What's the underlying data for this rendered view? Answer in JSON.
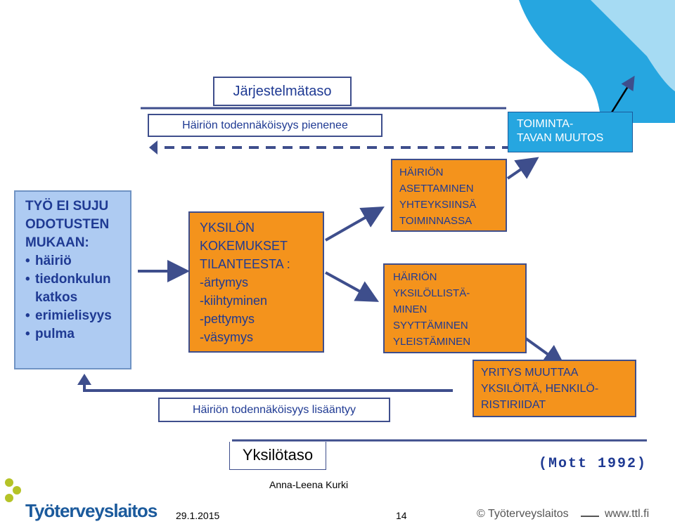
{
  "system_level": "Järjestelmätaso",
  "prob_decreases": "Häiriön todennäköisyys pienenee",
  "change_box": "TOIMINTA-\nTAVAN MUUTOS",
  "left_box": {
    "title": "TYÖ EI SUJU\nODOTUSTEN\nMUKAAN:",
    "items": [
      "häiriö",
      "tiedonkulun\nkatkos",
      "erimielisyys",
      "pulma"
    ]
  },
  "individual_box": {
    "title": "YKSILÖN\nKOKEMUKSET\nTILANTEESTA :",
    "items": [
      "-ärtymys",
      "-kiihtyminen",
      "-pettymys",
      "-väsymys"
    ]
  },
  "joint_box": "HÄIRIÖN\nASETTAMINEN\nYHTEYKSIINSÄ\nTOIMINNASSA",
  "personal_box": "HÄIRIÖN\nYKSILÖLLISTÄ-\nMINEN\nSYYTTÄMINEN\nYLEISTÄMINEN",
  "company_box": "YRITYS MUUTTAA\nYKSILÖITÄ, HENKILÖ-\nRISTIRIIDAT",
  "prob_increases": "Häiriön todennäköisyys lisääntyy",
  "individual_level": "Yksilötaso",
  "citation": "(Mott 1992)",
  "footer": {
    "author": "Anna-Leena Kurki",
    "date": "29.1.2015",
    "page": "14",
    "copyright": "© Työterveyslaitos",
    "url": "www.ttl.fi",
    "logo_text": "Työterveyslaitos"
  },
  "colors": {
    "orange": "#f4931c",
    "light_blue": "#aecbf2",
    "navy": "#3e4e8c",
    "text_blue": "#1f3a93",
    "logo_green": "#b5c327",
    "logo_blue": "#1b5a9c"
  }
}
